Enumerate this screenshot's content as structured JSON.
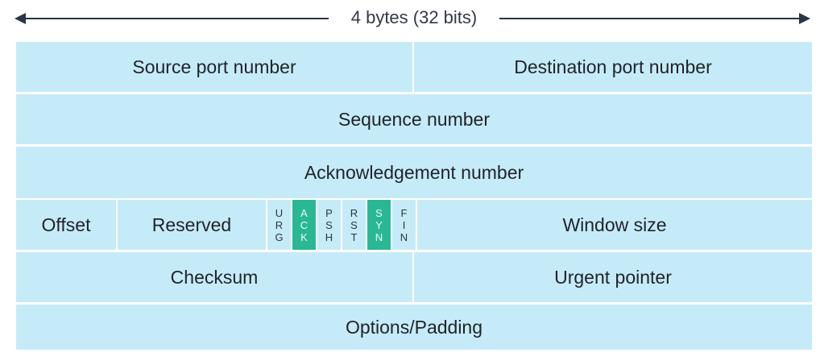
{
  "width_indicator": "4 bytes (32 bits)",
  "colors": {
    "field": "#c6ebf8",
    "flag_set": "#2ab894",
    "separator": "#ffffff"
  },
  "rows": {
    "source_port": "Source port number",
    "destination_port": "Destination port number",
    "sequence": "Sequence number",
    "acknowledgement": "Acknowledgement number",
    "offset": "Offset",
    "reserved": "Reserved",
    "window_size": "Window size",
    "checksum": "Checksum",
    "urgent_pointer": "Urgent pointer",
    "options": "Options/Padding"
  },
  "flags": [
    {
      "letters": [
        "U",
        "R",
        "G"
      ],
      "highlighted": false
    },
    {
      "letters": [
        "A",
        "C",
        "K"
      ],
      "highlighted": true
    },
    {
      "letters": [
        "P",
        "S",
        "H"
      ],
      "highlighted": false
    },
    {
      "letters": [
        "R",
        "S",
        "T"
      ],
      "highlighted": false
    },
    {
      "letters": [
        "S",
        "Y",
        "N"
      ],
      "highlighted": true
    },
    {
      "letters": [
        "F",
        "I",
        "N"
      ],
      "highlighted": false
    }
  ]
}
